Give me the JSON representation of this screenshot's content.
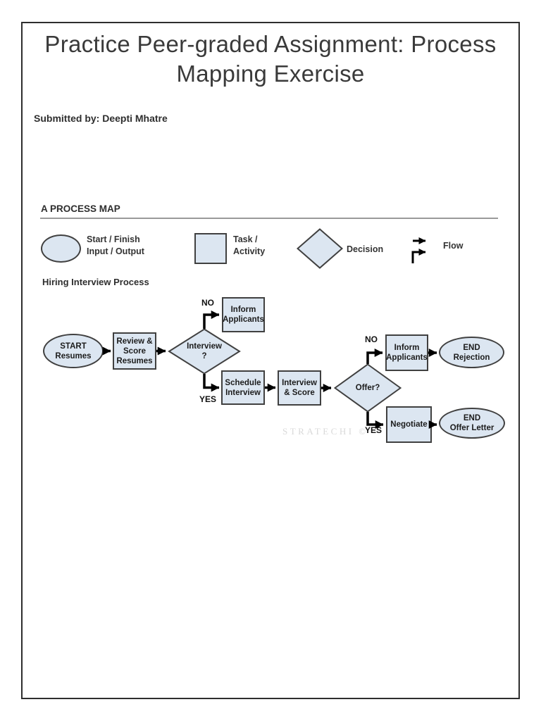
{
  "page": {
    "title_line1": "Practice Peer-graded Assignment: Process",
    "title_line2": "Mapping Exercise",
    "submitted_by": "Submitted by: Deepti Mhatre",
    "section_heading": "A PROCESS MAP",
    "watermark": "STRATECHI ©"
  },
  "legend": {
    "start_finish": {
      "lines": [
        "Start / Finish",
        "Input / Output"
      ]
    },
    "task": {
      "lines": [
        "Task /",
        "Activity"
      ]
    },
    "decision": "Decision",
    "flow": "Flow"
  },
  "diagram": {
    "title": "Hiring Interview Process",
    "nodes": {
      "start": {
        "type": "start-end",
        "lines": [
          "START",
          "Resumes"
        ]
      },
      "review_score_resumes": {
        "type": "task",
        "lines": [
          "Review &",
          "Score",
          "Resumes"
        ]
      },
      "interview_decision": {
        "type": "decision",
        "lines": [
          "Interview",
          "?"
        ]
      },
      "inform_applicants_no_interview": {
        "type": "task",
        "lines": [
          "Inform",
          "Applicants"
        ]
      },
      "schedule_interview": {
        "type": "task",
        "lines": [
          "Schedule",
          "Interview"
        ]
      },
      "interview_and_score": {
        "type": "task",
        "lines": [
          "Interview",
          "& Score"
        ]
      },
      "offer_decision": {
        "type": "decision",
        "lines": [
          "Offer?"
        ]
      },
      "inform_applicants_no_offer": {
        "type": "task",
        "lines": [
          "Inform",
          "Applicants"
        ]
      },
      "end_rejection": {
        "type": "start-end",
        "lines": [
          "END",
          "Rejection"
        ]
      },
      "negotiate": {
        "type": "task",
        "lines": [
          "Negotiate"
        ]
      },
      "end_offer_letter": {
        "type": "start-end",
        "lines": [
          "END",
          "Offer Letter"
        ]
      }
    },
    "edge_labels": {
      "interview_no": "NO",
      "interview_yes": "YES",
      "offer_no": "NO",
      "offer_yes": "YES"
    }
  },
  "colors": {
    "shape_fill": "#dce6f1",
    "shape_border": "#404040",
    "arrow": "#000000",
    "page_border": "#2e2e2e",
    "rule": "#9a9a9a",
    "watermark": "#d9d9d9"
  }
}
